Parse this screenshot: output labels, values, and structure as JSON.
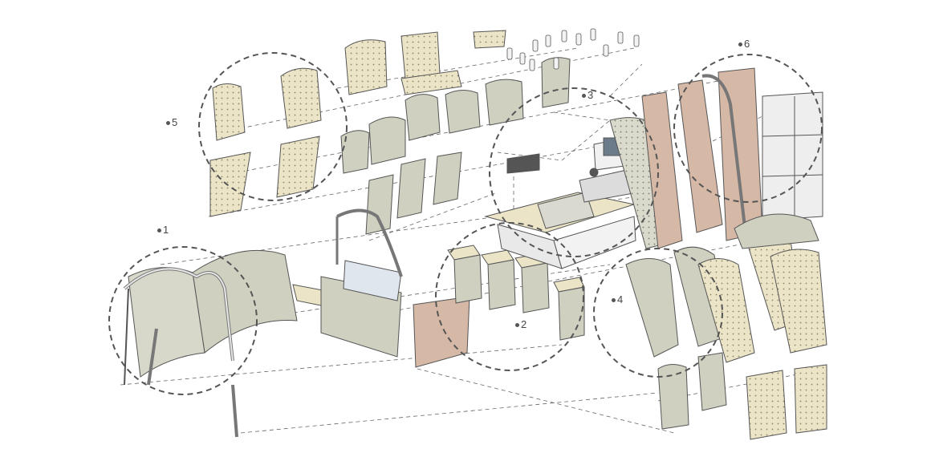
{
  "diagram": {
    "callouts": [
      {
        "id": "1",
        "label": "1"
      },
      {
        "id": "2",
        "label": "2"
      },
      {
        "id": "3",
        "label": "3"
      },
      {
        "id": "4",
        "label": "4"
      },
      {
        "id": "5",
        "label": "5"
      },
      {
        "id": "6",
        "label": "6"
      }
    ]
  },
  "colors": {
    "panel_grey": "#cfd0c0",
    "panel_cream": "#e9e2c3",
    "panel_pink": "#d6b8a6",
    "line": "#555555",
    "glass": "#dfe6ee"
  }
}
